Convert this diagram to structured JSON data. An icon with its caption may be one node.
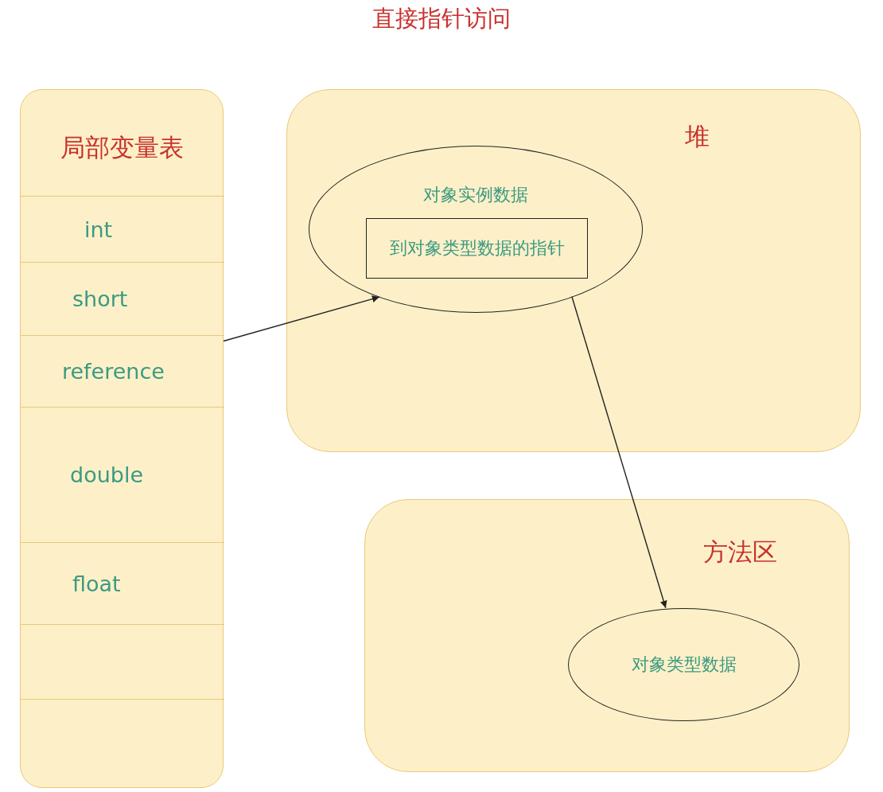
{
  "diagram": {
    "title": "直接指针访问",
    "nodes": [
      {
        "text": [
          "局部变量表"
        ]
      },
      {
        "text": [
          "int"
        ],
        "in": 0
      },
      {
        "text": [
          "short"
        ],
        "in": 0
      },
      {
        "text": [
          "reference"
        ],
        "in": 0
      },
      {
        "text": [
          "double"
        ],
        "in": 0
      },
      {
        "text": [
          "float"
        ],
        "in": 0
      },
      {
        "text": [],
        "shape": "box",
        "in": 0
      },
      {
        "text": [],
        "shape": "box",
        "in": 0
      },
      {
        "text": [
          "堆"
        ]
      },
      {
        "text": [
          "对象实例数据"
        ],
        "in": 8
      },
      {
        "text": [
          "到对象类型数据的指针"
        ],
        "in": 9
      },
      {
        "text": [
          "方法区"
        ]
      },
      {
        "text": [
          "对象类型数据"
        ],
        "in": 11
      }
    ],
    "edges": [
      {
        "from": 3,
        "to": 9,
        "arrow": "to"
      },
      {
        "from": 9,
        "to": 12,
        "arrow": "to"
      }
    ]
  }
}
